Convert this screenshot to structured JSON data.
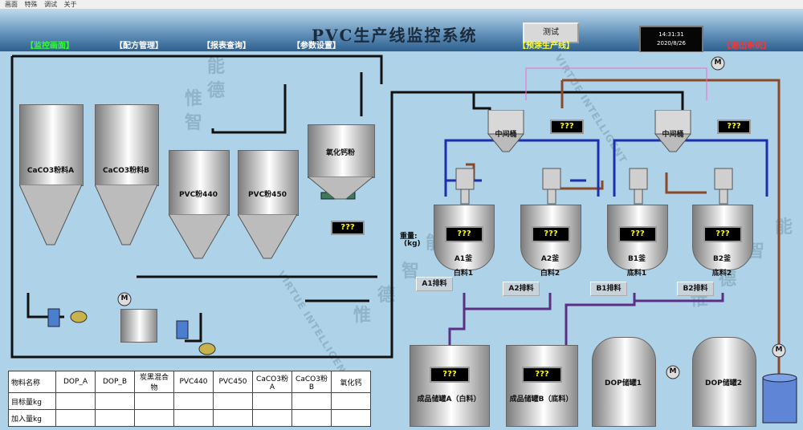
{
  "menu": [
    "画面",
    "特殊",
    "调试",
    "关于"
  ],
  "app_title": "PVC生产线监控系统",
  "test_button": "测试",
  "clock": {
    "time": "14:31:31",
    "date": "2020/8/26"
  },
  "nav": {
    "items": [
      "【监控画面】",
      "【配方管理】",
      "【报表查询】",
      "【参数设置】"
    ],
    "produce": "【预涂生产线】",
    "exit": "【退出系统】",
    "colors": {
      "active": "#33ff33",
      "normal": "#ffffff",
      "produce": "#ffff33",
      "exit": "#ff3333"
    }
  },
  "watermark": [
    "惟",
    "德",
    "智",
    "能",
    "VIRTUE INTELLIGENT"
  ],
  "silos": [
    {
      "label": "CaCO3粉料A"
    },
    {
      "label": "CaCO3粉料B"
    },
    {
      "label": "PVC粉440"
    },
    {
      "label": "PVC粉450"
    },
    {
      "label": "氧化钙粉"
    }
  ],
  "displays": {
    "placeholder": "???"
  },
  "mid_tanks": [
    "中间桶",
    "中间桶"
  ],
  "weight_label": "重量:",
  "weight_unit": "(kg)",
  "reactors": [
    {
      "name": "A1釜",
      "type": "白料1",
      "discharge": "A1排料"
    },
    {
      "name": "A2釜",
      "type": "白料2",
      "discharge": "A2排料"
    },
    {
      "name": "B1釜",
      "type": "底料1",
      "discharge": "B1排料"
    },
    {
      "name": "B2釜",
      "type": "底料2",
      "discharge": "B2排料"
    }
  ],
  "storage": [
    {
      "label": "成品储罐A（白料）"
    },
    {
      "label": "成品储罐B（底料）"
    },
    {
      "label": "DOP储罐1"
    },
    {
      "label": "DOP储罐2"
    }
  ],
  "motor_label": "M",
  "table": {
    "header": [
      "物料名称",
      "DOP_A",
      "DOP_B",
      "炭黑混合物",
      "PVC440",
      "PVC450",
      "CaCO3粉A",
      "CaCO3粉B",
      "氧化钙"
    ],
    "rows": [
      {
        "label": "目标量kg",
        "values": [
          "",
          "",
          "",
          "",
          "",
          "",
          "",
          ""
        ]
      },
      {
        "label": "加入量kg",
        "values": [
          "",
          "",
          "",
          "",
          "",
          "",
          "",
          ""
        ]
      }
    ]
  }
}
